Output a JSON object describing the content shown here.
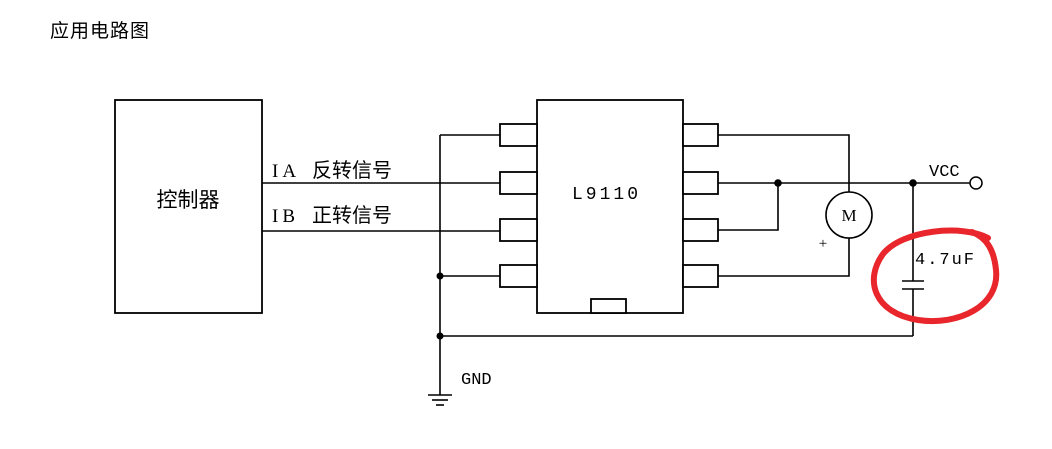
{
  "title": "应用电路图",
  "controller": {
    "label": "控制器"
  },
  "signals": [
    {
      "pin": "IA",
      "label": "反转信号"
    },
    {
      "pin": "IB",
      "label": "正转信号"
    }
  ],
  "chip": {
    "label": "L9110"
  },
  "motor": {
    "label": "M",
    "polarity": "+"
  },
  "power": {
    "vcc": "VCC",
    "gnd": "GND"
  },
  "capacitor": {
    "value": "4.7uF"
  },
  "colors": {
    "line": "#000000",
    "highlight": "#e8262b"
  }
}
